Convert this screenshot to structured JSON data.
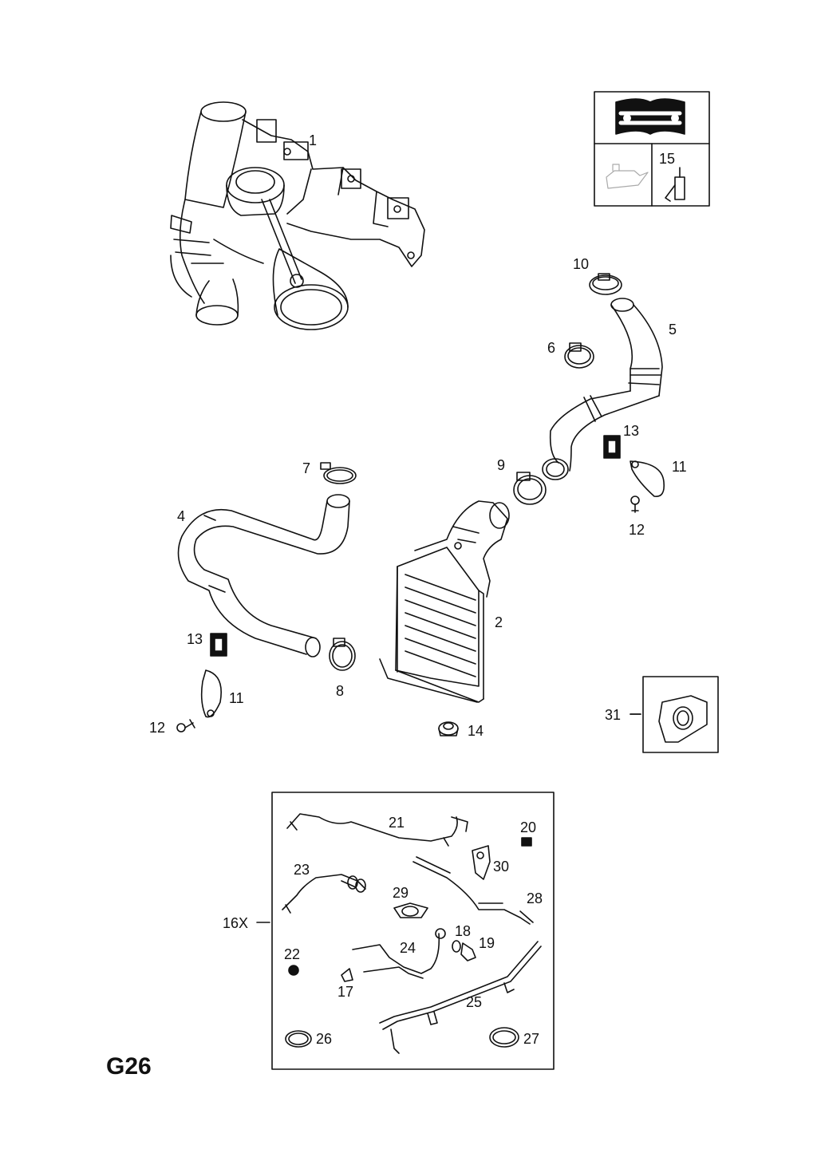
{
  "page_code": "G26",
  "service_box": {
    "part_number": "15"
  },
  "callouts": {
    "turbocharger": "1",
    "intercooler": "2",
    "hose_4": "4",
    "hose_5": "5",
    "clamp_6": "6",
    "clamp_7": "7",
    "clamp_8": "8",
    "clamp_9": "9",
    "clamp_10": "10",
    "clip_13_right": "13",
    "clip_13_left": "13",
    "bracket_11_right": "11",
    "bracket_11_left": "11",
    "bolt_12_right": "12",
    "bolt_12_left": "12",
    "grommet_14": "14",
    "gasket_31": "31"
  },
  "kit_box": {
    "label": "16X",
    "items": {
      "p21": "21",
      "p20": "20",
      "p30": "30",
      "p23": "23",
      "p29": "29",
      "p28": "28",
      "p18": "18",
      "p19": "19",
      "p24": "24",
      "p22": "22",
      "p17": "17",
      "p25": "25",
      "p26": "26",
      "p27": "27"
    }
  }
}
